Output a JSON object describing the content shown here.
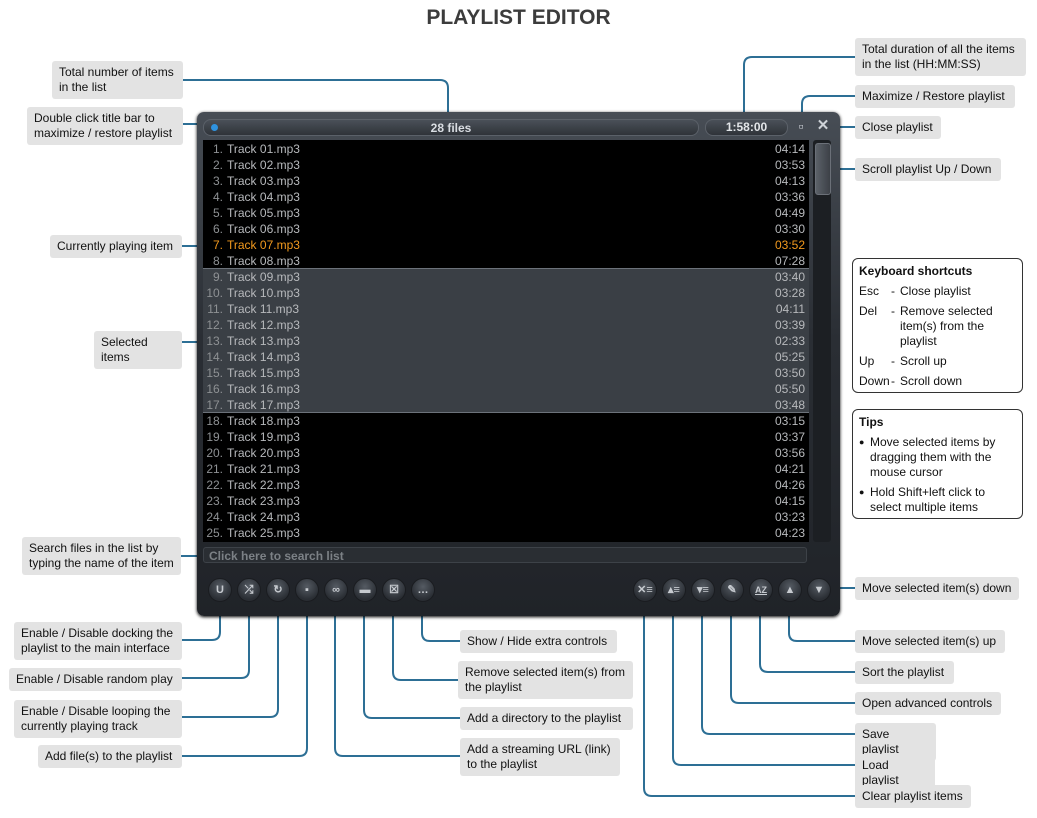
{
  "title": "PLAYLIST EDITOR",
  "window": {
    "file_count": "28 files",
    "total_duration": "1:58:00",
    "maximize_icon": "maximize-icon",
    "close_icon": "close-icon"
  },
  "tracks": [
    {
      "num": "1.",
      "name": "Track 01.mp3",
      "duration": "04:14"
    },
    {
      "num": "2.",
      "name": "Track 02.mp3",
      "duration": "03:53"
    },
    {
      "num": "3.",
      "name": "Track 03.mp3",
      "duration": "04:13"
    },
    {
      "num": "4.",
      "name": "Track 04.mp3",
      "duration": "03:36"
    },
    {
      "num": "5.",
      "name": "Track 05.mp3",
      "duration": "04:49"
    },
    {
      "num": "6.",
      "name": "Track 06.mp3",
      "duration": "03:30"
    },
    {
      "num": "7.",
      "name": "Track 07.mp3",
      "duration": "03:52",
      "playing": true
    },
    {
      "num": "8.",
      "name": "Track 08.mp3",
      "duration": "07:28"
    },
    {
      "num": "9.",
      "name": "Track 09.mp3",
      "duration": "03:40",
      "selected": true
    },
    {
      "num": "10.",
      "name": "Track 10.mp3",
      "duration": "03:28",
      "selected": true
    },
    {
      "num": "11.",
      "name": "Track 11.mp3",
      "duration": "04:11",
      "selected": true
    },
    {
      "num": "12.",
      "name": "Track 12.mp3",
      "duration": "03:39",
      "selected": true
    },
    {
      "num": "13.",
      "name": "Track 13.mp3",
      "duration": "02:33",
      "selected": true
    },
    {
      "num": "14.",
      "name": "Track 14.mp3",
      "duration": "05:25",
      "selected": true
    },
    {
      "num": "15.",
      "name": "Track 15.mp3",
      "duration": "03:50",
      "selected": true
    },
    {
      "num": "16.",
      "name": "Track 16.mp3",
      "duration": "05:50",
      "selected": true
    },
    {
      "num": "17.",
      "name": "Track 17.mp3",
      "duration": "03:48",
      "selected": true
    },
    {
      "num": "18.",
      "name": "Track 18.mp3",
      "duration": "03:15"
    },
    {
      "num": "19.",
      "name": "Track 19.mp3",
      "duration": "03:37"
    },
    {
      "num": "20.",
      "name": "Track 20.mp3",
      "duration": "03:56"
    },
    {
      "num": "21.",
      "name": "Track 21.mp3",
      "duration": "04:21"
    },
    {
      "num": "22.",
      "name": "Track 22.mp3",
      "duration": "04:26"
    },
    {
      "num": "23.",
      "name": "Track 23.mp3",
      "duration": "04:15"
    },
    {
      "num": "24.",
      "name": "Track 24.mp3",
      "duration": "03:23"
    },
    {
      "num": "25.",
      "name": "Track 25.mp3",
      "duration": "04:23"
    }
  ],
  "search_placeholder": "Click here to search list",
  "controls": {
    "dock": "dock-magnet-icon",
    "shuffle": "shuffle-icon",
    "loop": "loop-icon",
    "add_file": "add-file-icon",
    "add_url": "add-url-icon",
    "add_dir": "add-folder-icon",
    "remove": "remove-icon",
    "extra": "extra-controls-icon",
    "clear": "clear-list-icon",
    "load": "load-playlist-icon",
    "save": "save-playlist-icon",
    "advanced": "advanced-controls-icon",
    "sort": "sort-az-icon",
    "move_up": "move-up-icon",
    "move_down": "move-down-icon"
  },
  "callouts": {
    "total_items": "Total number of items in the list",
    "double_click": "Double click title bar to maximize / restore playlist",
    "total_duration": "Total duration of all the items in the list (HH:MM:SS)",
    "maximize": "Maximize / Restore playlist",
    "close": "Close playlist",
    "scroll": "Scroll playlist Up / Down",
    "currently_playing": "Currently playing item",
    "selected": "Selected items",
    "search": "Search files in the list by typing the name of the item",
    "move_down": "Move selected item(s) down",
    "docking": "Enable / Disable docking the playlist to the main interface",
    "random": "Enable / Disable random play",
    "looping": "Enable / Disable looping the currently playing track",
    "add_files": "Add file(s) to the playlist",
    "show_hide": "Show / Hide extra controls",
    "remove_selected": "Remove selected item(s) from the playlist",
    "add_directory": "Add a directory to the playlist",
    "add_stream": "Add a streaming URL (link) to the playlist",
    "move_up": "Move selected item(s) up",
    "sort": "Sort the playlist",
    "advanced": "Open advanced controls",
    "save": "Save playlist",
    "load": "Load playlist",
    "clear": "Clear playlist items"
  },
  "shortcuts": {
    "heading": "Keyboard shortcuts",
    "items": [
      {
        "key": "Esc",
        "desc": "Close playlist"
      },
      {
        "key": "Del",
        "desc": "Remove selected item(s) from the playlist"
      },
      {
        "key": "Up",
        "desc": "Scroll up"
      },
      {
        "key": "Down",
        "desc": "Scroll down"
      }
    ]
  },
  "tips": {
    "heading": "Tips",
    "items": [
      "Move selected items by dragging them with the mouse cursor",
      "Hold Shift+left click to select multiple items"
    ]
  }
}
